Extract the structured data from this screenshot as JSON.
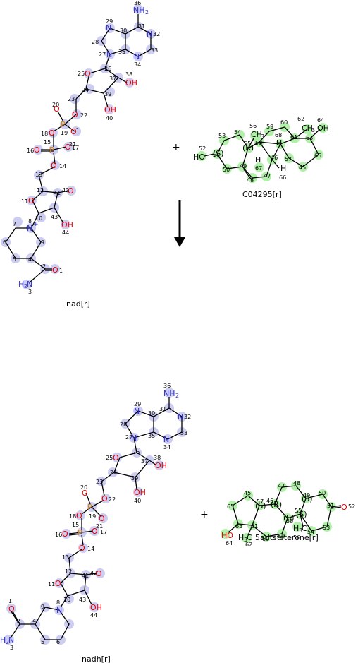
{
  "reaction": {
    "operator_plus": "+",
    "arrow": "reaction-arrow-down"
  },
  "molecules": [
    {
      "id": "nad",
      "caption": "nad[r]"
    },
    {
      "id": "c04295",
      "caption": "C04295[r]"
    },
    {
      "id": "nadh",
      "caption": "nadh[r]"
    },
    {
      "id": "5adtststerone",
      "caption": "5adtststerone[r]"
    }
  ],
  "colors": {
    "nitrogen": "#3030d0",
    "oxygen": "#e00000",
    "phosphorus": "#e08000",
    "halo_blue": "#c8c8f0",
    "halo_green": "#a8eea0"
  }
}
